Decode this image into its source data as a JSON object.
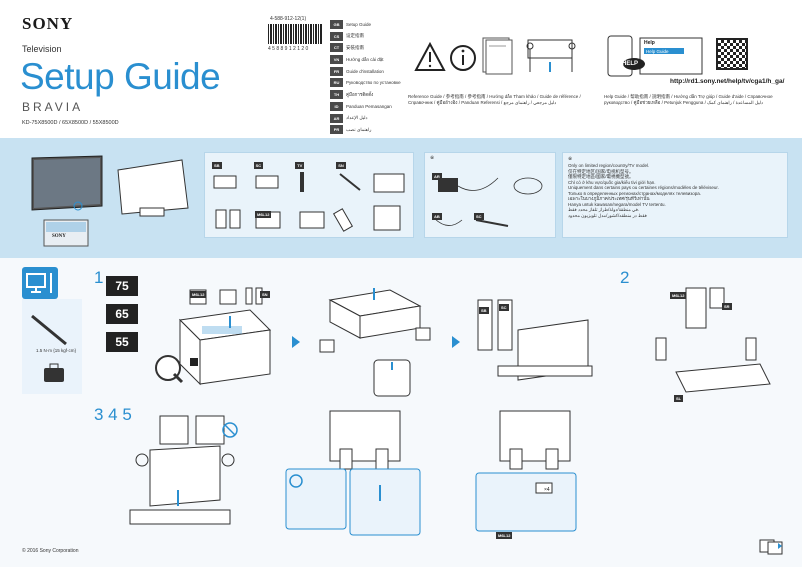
{
  "header": {
    "logo": "SONY",
    "product": "Television",
    "title": "Setup Guide",
    "series": "BRAVIA",
    "models": "KD-75X8500D / 65X8500D / 55X8500D"
  },
  "barcode": {
    "top_number": "4-588-912-12(1)",
    "bottom_number": "4 5 8 8 9 1 2 1 2 0"
  },
  "languages": [
    {
      "code": "GB",
      "text": "Setup Guide"
    },
    {
      "code": "CS",
      "text": "设定指南"
    },
    {
      "code": "CT",
      "text": "安裝指南"
    },
    {
      "code": "VN",
      "text": "Hướng dẫn cài đặt"
    },
    {
      "code": "FR",
      "text": "Guide d'installation"
    },
    {
      "code": "RU",
      "text": "Руководство по установке"
    },
    {
      "code": "TH",
      "text": "คู่มือการติดตั้ง"
    },
    {
      "code": "ID",
      "text": "Panduan Pemasangan"
    },
    {
      "code": "AR",
      "text": "دليل الإعداد"
    },
    {
      "code": "PR",
      "text": "راهنمای نصب"
    }
  ],
  "reference": {
    "text": "Reference Guide / 参考指南 / 參考指南 / Hướng dẫn Tham khảo / Guide de référence / Справочник / คู่มืออ้างอิง / Panduan Referensi / دليل مرجعي / راهنمای مرجع"
  },
  "help": {
    "text": "Help Guide / 帮助指南 / 說明指南 / Hướng dẫn Trợ giúp / Guide d'aide / Справочное руководство / คู่มือช่วยเหลือ / Petunjuk Pengguna / دليل المساعدة / راهنمای کمک",
    "url": "http://rd1.sony.net/help/tv/cga1/h_ga/",
    "badge": "HELP",
    "screen_title": "Help",
    "screen_item": "Help Guide"
  },
  "accessories": {
    "tags_row1": [
      "SB",
      "SC",
      "TV",
      "SN",
      "AR"
    ],
    "tags_row2": [
      "",
      "M6L12",
      "",
      "AB",
      "SC"
    ],
    "note_star": "※",
    "note_lines": [
      "Only on limited region/country/TV model.",
      "仅在特定地区/国家/电视机型号。",
      "僅限特定地區/國家/電視機型號。",
      "Chỉ có ở khu vực/quốc gia/kiểu tivi giới hạn.",
      "Uniquement dans certains pays ou certaines régions/modèles de téléviseur.",
      "Только в определенных регионах/странах/моделях телевизора.",
      "เฉพาะในบางภูมิภาค/ประเทศ/รุ่นทีวีเท่านั้น",
      "Hanya untuk kawasan/negara/model TV tertentu.",
      "في منطقة/دولة/طراز تلفاز محدد فقط.",
      "فقط در منطقه/کشور/مدل تلویزیون محدود"
    ]
  },
  "steps": {
    "step1": "1",
    "step2": "2",
    "step345": "3 4 5",
    "sizes": [
      "75",
      "65",
      "55"
    ],
    "torque": "1.5 N·m {15 kgf·cm}",
    "tag_m6l12": "M6L12",
    "tag_sn": "SN",
    "tag_sb": "SB",
    "tag_sc": "SC",
    "tag_sr": "SR",
    "tag_sl": "SL",
    "tag_x4": "×4"
  },
  "footer": {
    "copyright": "© 2016 Sony Corporation"
  },
  "colors": {
    "accent": "#2a8fd0",
    "band": "#c8e2f2",
    "dark": "#222222"
  }
}
